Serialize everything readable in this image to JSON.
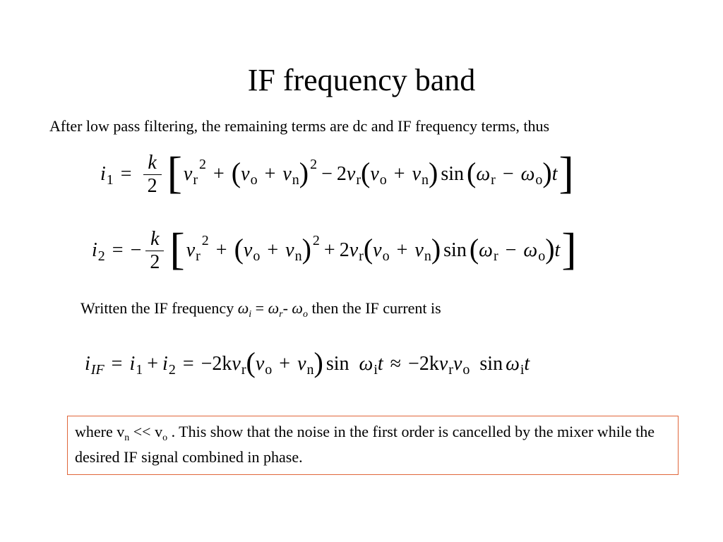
{
  "slide": {
    "title": "IF frequency band",
    "intro": "After low pass filtering, the remaining terms are dc and IF frequency terms, thus",
    "written": {
      "prefix": "Written the IF frequency",
      "omega": "ω",
      "eq_sign": "=",
      "minus_sign": "-",
      "sub_i": "i",
      "sub_r": "r",
      "sub_o": "o",
      "suffix": "then the IF current is"
    },
    "note": {
      "where": "where v",
      "n_sub": "n",
      "ll": " << v",
      "o_sub": "o",
      "rest": " . This show that the  noise in the first order is cancelled by the mixer while the desired IF signal combined in phase."
    },
    "colors": {
      "note_border": "#e0663a",
      "text": "#000000"
    }
  },
  "math": {
    "i": "i",
    "k": "k",
    "v": "v",
    "t": "t",
    "omega": "ω",
    "one": "1",
    "two": "2",
    "IF": "IF",
    "r": "r",
    "o": "o",
    "n": "n",
    "eq": "=",
    "plus": "+",
    "minus": "−",
    "neg": "−",
    "approx": "≈",
    "lpar": "(",
    "rpar": ")",
    "lbrk": "[",
    "rbrk": "]",
    "sin": "sin",
    "two_k": "2k",
    "neg_two_k": "−2k"
  }
}
